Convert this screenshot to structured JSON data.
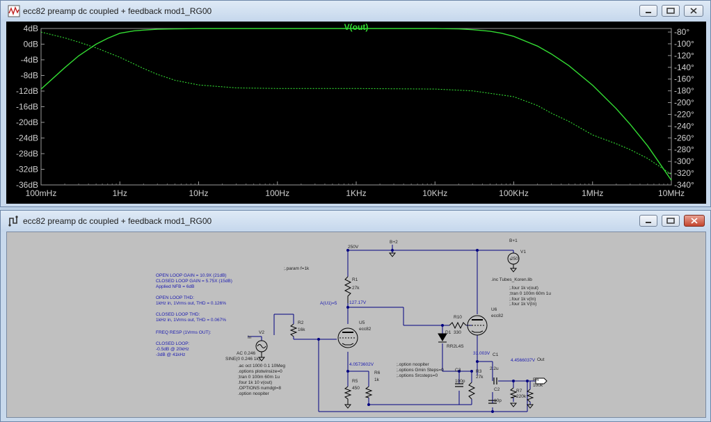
{
  "plot_window": {
    "title": "ecc82 preamp dc coupled + feedback mod1_RG00"
  },
  "schematic_window": {
    "title": "ecc82 preamp dc coupled + feedback mod1_RG00"
  },
  "chart_data": {
    "type": "line",
    "title": "V(out)",
    "xscale": "log",
    "xlim": [
      0.1,
      10000000
    ],
    "x_ticks": [
      "100mHz",
      "1Hz",
      "10Hz",
      "100Hz",
      "1KHz",
      "10KHz",
      "100KHz",
      "1MHz",
      "10MHz"
    ],
    "y_left_ticks": [
      "4dB",
      "0dB",
      "-4dB",
      "-8dB",
      "-12dB",
      "-16dB",
      "-20dB",
      "-24dB",
      "-28dB",
      "-32dB",
      "-36dB"
    ],
    "y_left_lim": [
      -36,
      4
    ],
    "y_right_ticks": [
      "-80°",
      "-100°",
      "-120°",
      "-140°",
      "-160°",
      "-180°",
      "-200°",
      "-220°",
      "-240°",
      "-260°",
      "-280°",
      "-300°",
      "-320°",
      "-340°"
    ],
    "y_right_lim": [
      -340,
      -74
    ],
    "grid": false,
    "series": [
      {
        "style": "solid",
        "axis": "left",
        "color": "#33dd33",
        "x": [
          0.1,
          0.2,
          0.3,
          0.5,
          0.7,
          1,
          1.5,
          2,
          3,
          5,
          10,
          100,
          1000,
          10000,
          20000,
          30000,
          50000,
          70000,
          100000,
          200000,
          300000,
          500000,
          1000000,
          2000000,
          3000000,
          5000000,
          10000000
        ],
        "y": [
          -11.5,
          -6,
          -3,
          0,
          1.5,
          2.8,
          3.4,
          3.6,
          3.8,
          3.9,
          4,
          4,
          4,
          4,
          3.9,
          3.7,
          3.3,
          2.8,
          2,
          -0.5,
          -2.5,
          -5.5,
          -10.5,
          -16.5,
          -20.5,
          -26,
          -34.8
        ]
      },
      {
        "style": "dashed",
        "axis": "right",
        "color": "#33dd33",
        "x": [
          0.1,
          0.2,
          0.3,
          0.5,
          1,
          2,
          3,
          5,
          10,
          30,
          100,
          1000,
          10000,
          30000,
          100000,
          200000,
          300000,
          500000,
          1000000,
          2000000,
          3000000,
          5000000,
          10000000
        ],
        "y": [
          -80,
          -90,
          -97,
          -107,
          -123,
          -142,
          -152,
          -162,
          -170,
          -175,
          -176,
          -176,
          -177,
          -180,
          -190,
          -205,
          -218,
          -232,
          -255,
          -270,
          -280,
          -295,
          -322
        ]
      }
    ]
  },
  "schematic": {
    "notes_blue": [
      "OPEN LOOP GAIN = 10.9X (21dB)",
      "CLOSED LOOP GAIN = 5.75X (15dB)",
      "Applied NFB = 6dB",
      "OPEN LOOP THD:",
      "1kHz in, 1Vrms out, THD = 0.126%",
      "CLOSED LOOP THD:",
      "1kHz in, 1Vrms out, THD = 0.067%",
      "FREQ RESP (1Vrms OUT):",
      "CLOSED LOOP:",
      "-0.5dB @ 20kHz",
      "-3dB @ 41kHz"
    ],
    "directives": [
      ".ac oct 1000 0.1 10Meg",
      ".options plotwinsize=0",
      ";tran 0 100m 60m 1u",
      ".four 1k 10 v(out)",
      ".OPTIONS numdgt=8",
      ".option noopiter"
    ],
    "directives2": [
      ";.option noopiter",
      ";.options Gmin Steps=0",
      ";.options Srcsteps=0"
    ],
    "directives3": [
      ".inc Tubes_Koren.lib",
      ";.four 1k v(out)",
      ";tran 0 100m 60m 1u",
      ";.four 1k v(In)",
      ";.four 1k V(In)"
    ],
    "param": ";.param f=1k",
    "labels": {
      "v250": "250V",
      "bplus": "B+2",
      "bplus1": "B+1",
      "v1": "V1",
      "v1_val": "250",
      "au1": "A(U1)=5",
      "v127": "127.17V",
      "r1": "R1",
      "r1_val": "27k",
      "r2": "R2",
      "r2_val": "16k",
      "v2": "V2",
      "in": "In",
      "v2_ac": "AC 0.246",
      "v2_sine": "SINE(0 0.246 1k)",
      "u5": "U5",
      "u5_val": "ecc82",
      "u6": "U6",
      "u6_val": "ecc82",
      "r10": "R10",
      "r10_val": "330",
      "d1": "D1",
      "d1_val": "RR2L4S",
      "v31": "31.003V",
      "c1": "C1",
      "c1_val": "2.2u",
      "vout_val": "4.4566037V",
      "out": "Out",
      "r4": "R4",
      "r4_val": "100k",
      "v4": "4.0573602V",
      "r6": "R6",
      "r6_val": "1k",
      "r5": "R5",
      "r5_val": "450",
      "c3": "C3",
      "c3_val": "100p",
      "r3": "R3",
      "r3_val": "27k",
      "c2": "C2",
      "c2_val": "10p",
      "r7": "R7",
      "r7_val": "220k"
    }
  }
}
